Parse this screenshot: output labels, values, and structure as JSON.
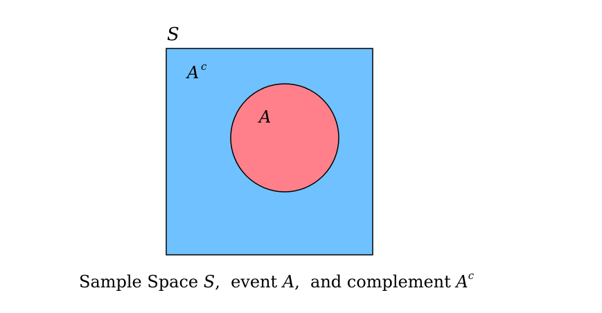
{
  "diagram": {
    "sample_space_label": "S",
    "complement_label": "A",
    "complement_superscript": "c",
    "event_label": "A",
    "colors": {
      "sample_space_fill": "#70c1ff",
      "event_fill": "#ff808a",
      "stroke": "#000000"
    }
  },
  "caption": {
    "prefix": "Sample Space ",
    "s_symbol": "S",
    "sep1": ",  event ",
    "a_symbol": "A",
    "sep2": ",  and complement ",
    "ac_symbol": "A",
    "ac_superscript": "c"
  }
}
